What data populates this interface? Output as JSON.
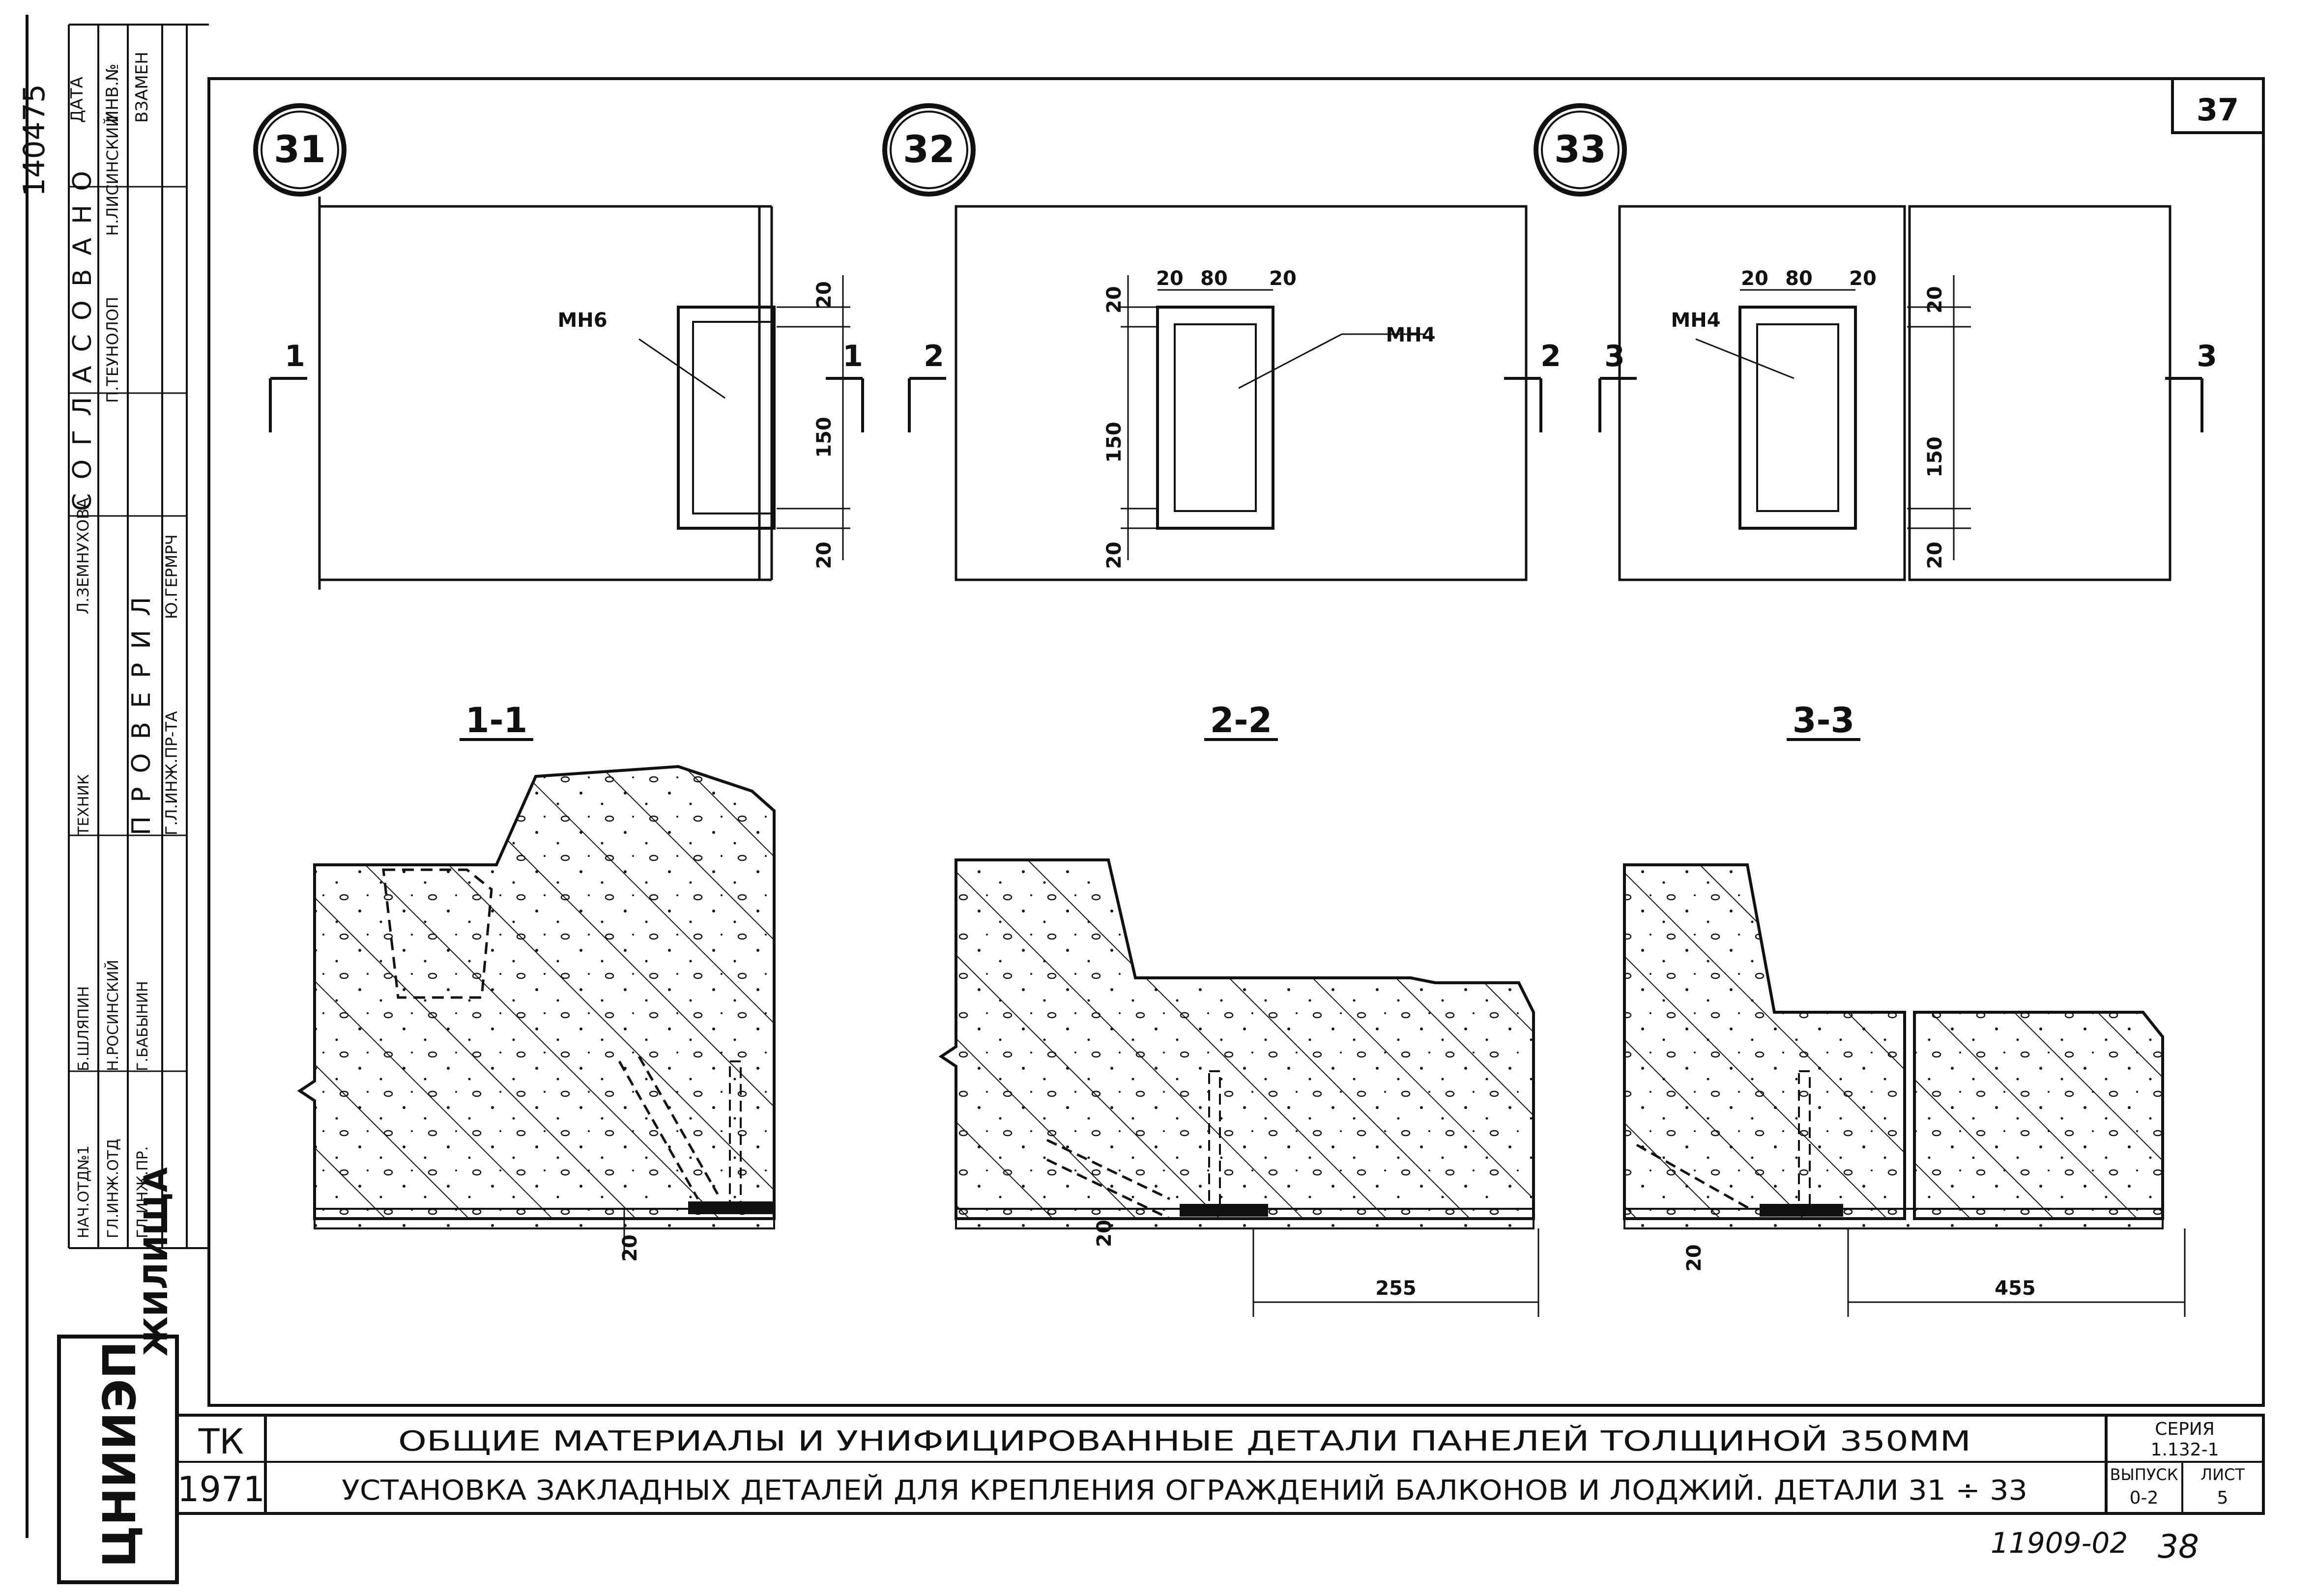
{
  "archive_no": "140475",
  "sheet_no": "37",
  "stamp_block": {
    "agreed_title": "СОГЛАСОВАНО",
    "checked_title": "ПРОВЕРИЛ",
    "headers": [
      "ДАТА",
      "ИНВ.№",
      "ВЗАМЕН"
    ],
    "agreed": [
      "Н.ЛИСИНСКИЙ",
      "П.ТЕУНОЛОП",
      "Л.ЗЕМНУХОВА"
    ],
    "checked": [
      "Ю.ГЕРМРЧ",
      "Г.Л.ИНЖ.ПР-ТА"
    ],
    "staff_roles": [
      "ТЕХНИК",
      "НАЧ.ОТД№1",
      "ГЛ.ИНЖ.ОТД",
      "ГЛ.ИНЖ.ПР."
    ],
    "staff_names": [
      "Б.ШЛЯПИН",
      "Н.РОСИНСКИЙ",
      "Г.БАБЫНИН"
    ]
  },
  "org": {
    "logo": "ЦНИИЭП",
    "name": "ЖИЛИЩА"
  },
  "details": [
    {
      "id": "31",
      "part": "МН6",
      "cut": "1",
      "dims": [
        "20",
        "150",
        "20"
      ]
    },
    {
      "id": "32",
      "part": "МН4",
      "cut": "2",
      "dims": [
        "20",
        "80",
        "20",
        "20",
        "150",
        "20"
      ]
    },
    {
      "id": "33",
      "part": "МН4",
      "cut": "3",
      "dims": [
        "20",
        "80",
        "20",
        "20",
        "150",
        "20"
      ]
    }
  ],
  "sections": [
    {
      "label": "1-1",
      "dims": [
        "20"
      ]
    },
    {
      "label": "2-2",
      "dims": [
        "20",
        "255"
      ]
    },
    {
      "label": "3-3",
      "dims": [
        "20",
        "455"
      ]
    }
  ],
  "title_block": {
    "org_code": "ТК",
    "year": "1971",
    "title_main": "ОБЩИЕ МАТЕРИАЛЫ И УНИФИЦИРОВАННЫЕ ДЕТАЛИ ПАНЕЛЕЙ ТОЛЩИНОЙ 350ММ",
    "title_sub": "УСТАНОВКА ЗАКЛАДНЫХ ДЕТАЛЕЙ ДЛЯ КРЕПЛЕНИЯ ОГРАЖДЕНИЙ БАЛКОНОВ И ЛОДЖИЙ. ДЕТАЛИ 31 ÷ 33",
    "series_label": "СЕРИЯ",
    "series_value": "1.132-1",
    "issue_label": "ВЫПУСК",
    "issue_value": "0-2",
    "sheet_label": "ЛИСТ",
    "sheet_value": "5"
  },
  "footer_code": "11909-02",
  "footer_page": "38"
}
